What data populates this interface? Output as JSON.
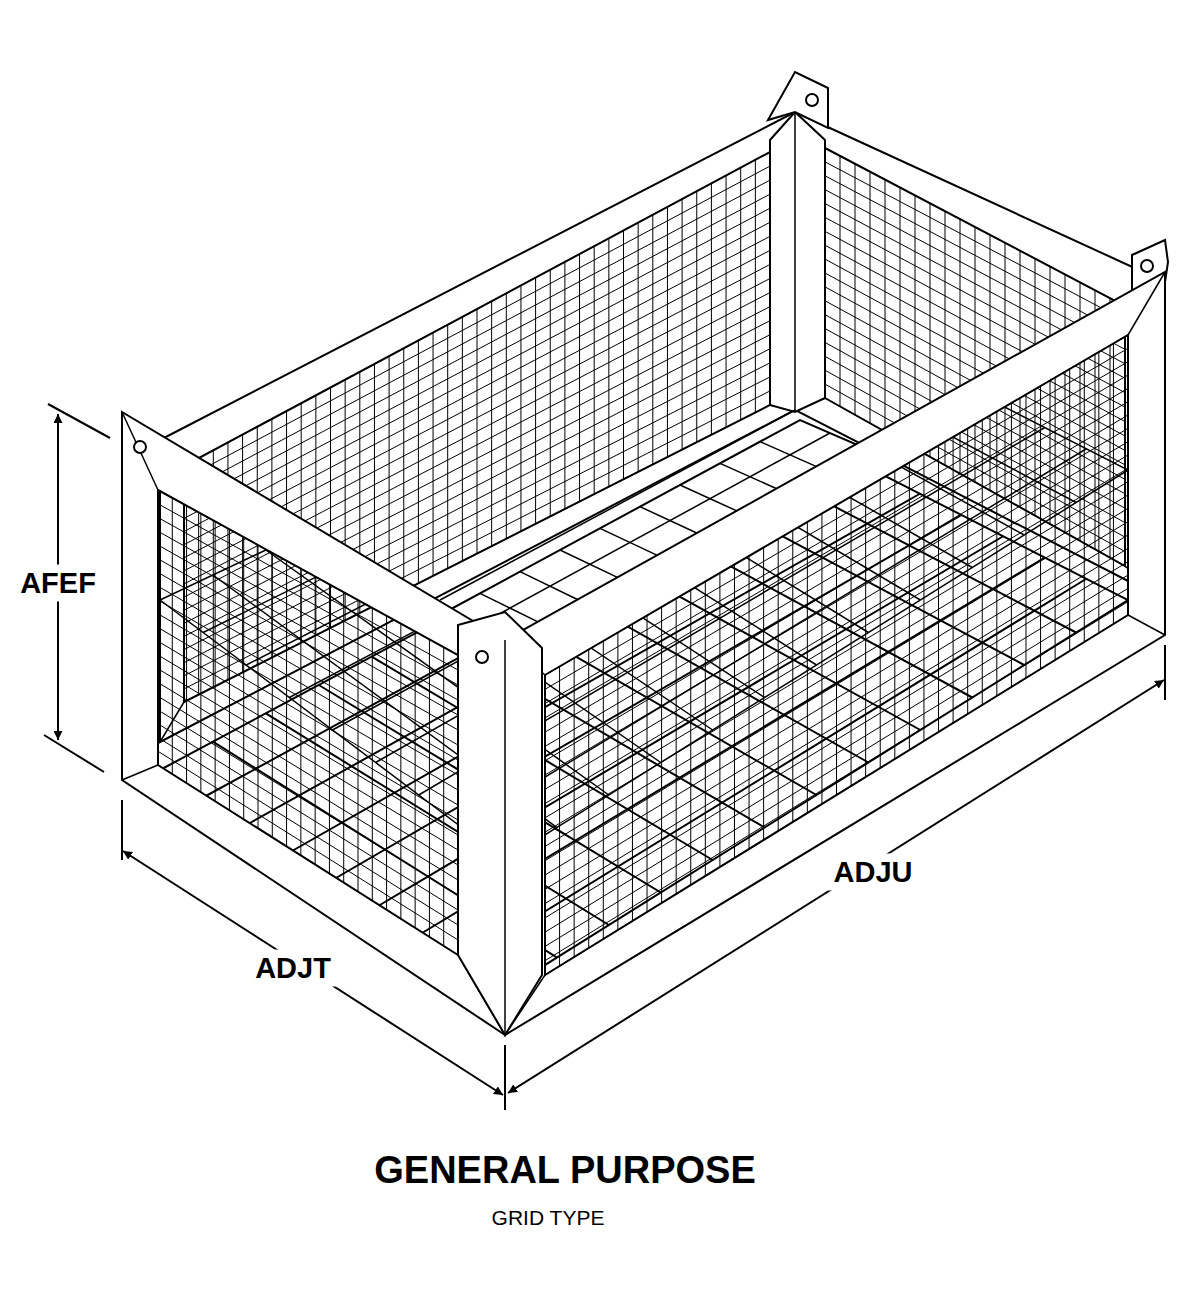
{
  "diagram": {
    "title": "GENERAL PURPOSE",
    "caption": "GRID TYPE",
    "labels": [
      "AFEF",
      "ADJT",
      "ADJU"
    ]
  }
}
